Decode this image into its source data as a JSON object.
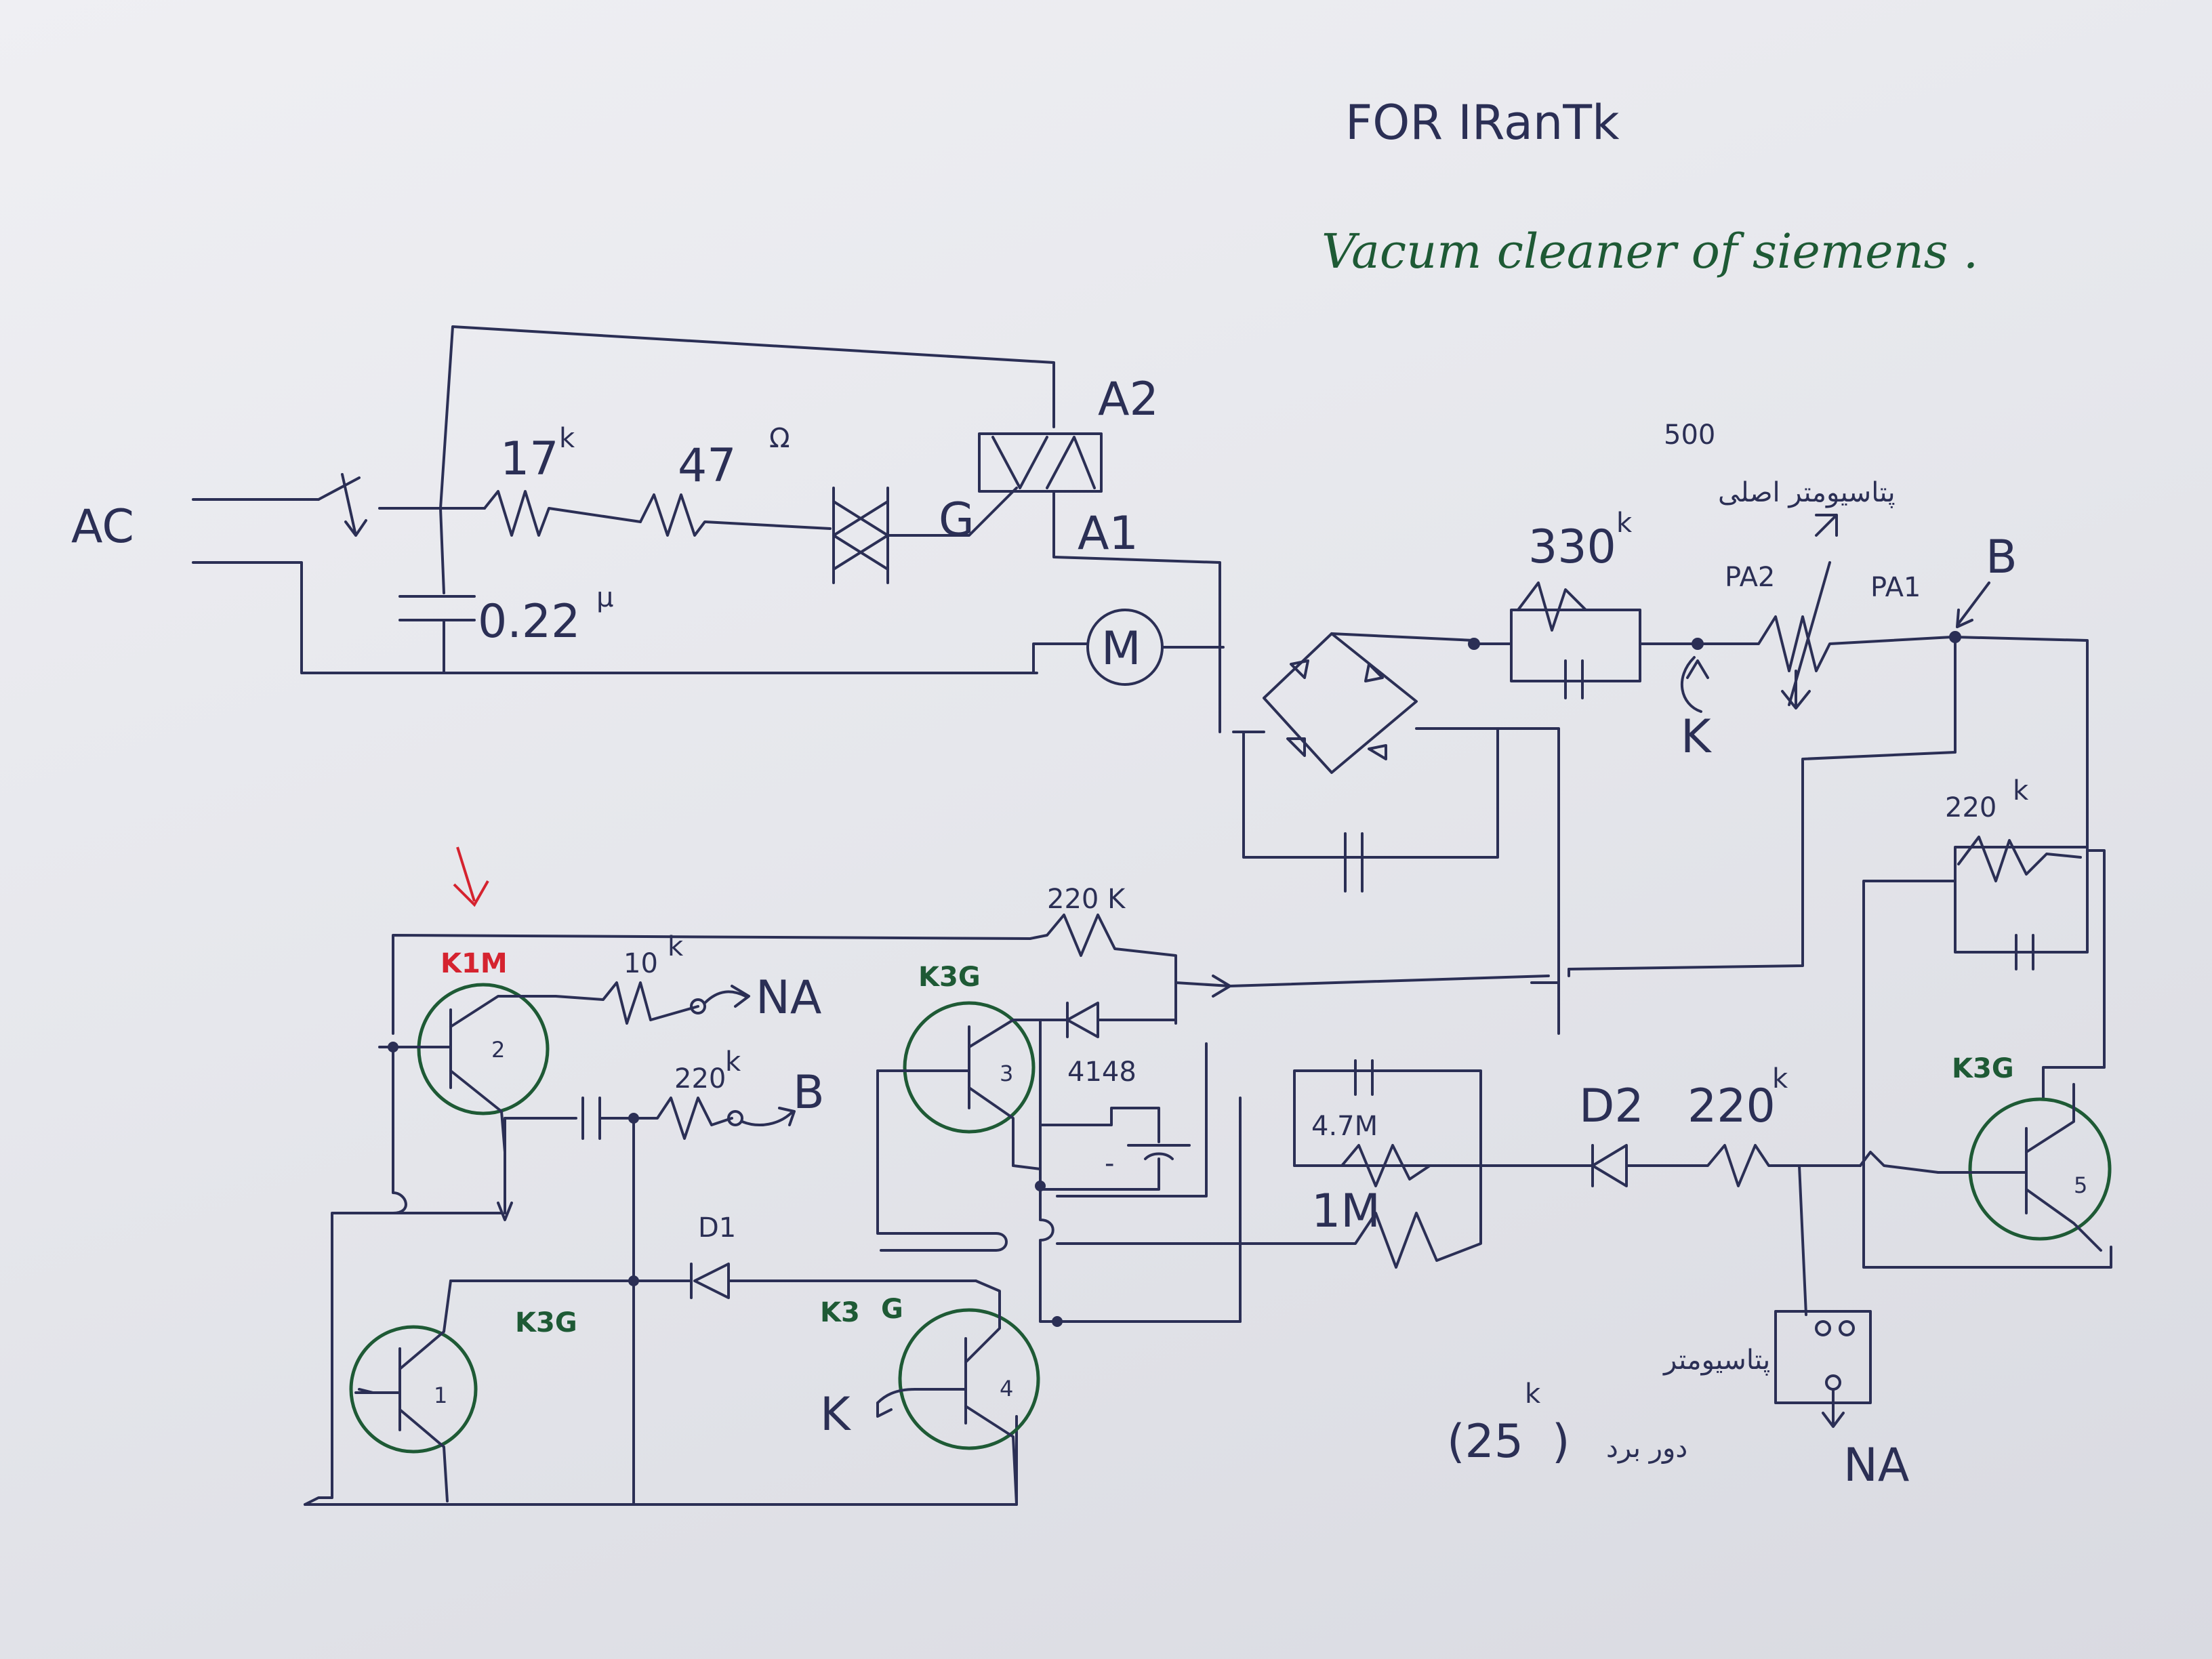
{
  "title": {
    "line1": "FOR IRanTk",
    "line2": "Vacum cleaner of siemens ."
  },
  "labels": {
    "ac": "AC",
    "r17k": "17",
    "r47": "47",
    "ohm": "Ω",
    "kilo": "k",
    "cap022": "0.22",
    "micro": "μ",
    "a2": "A2",
    "a1": "A1",
    "gate": "G",
    "motor": "M",
    "r330k": "330",
    "pa2": "PA2",
    "pa1": "PA1",
    "node_b": "B",
    "node_k": "K",
    "pot500_value": "500",
    "pot500_note": "پتاسیومتر اصلی",
    "r220k_right": "220",
    "r220k_top": "220 K",
    "k1m": "K1M",
    "r10k": "10",
    "na1": "NA",
    "r220k_mid": "220",
    "b2": "B",
    "k3g_q3": "K3G",
    "d4148": "4148",
    "cap_minus": "-",
    "r4_7m": "4.7M",
    "r1m": "1M",
    "d2": "D2",
    "r220k_d2": "220",
    "k3g_q5": "K3G",
    "d1": "D1",
    "k3g_q1": "K3G",
    "k3g_q4": "K3",
    "k3g_q4_suffix": "G",
    "k_in": "K",
    "pot25_value": "(25",
    "pot25_close": ")",
    "pot25_note1": "پتاسیومتر",
    "pot25_note2": "دور برد",
    "na2": "NA",
    "q1": "1",
    "q2": "2",
    "q3": "3",
    "q4": "4",
    "q5": "5"
  },
  "colors": {
    "ink": "#2b2f55",
    "green_ink": "#1e5a35",
    "red_ink": "#d5232f",
    "paper": "#e9eaee"
  }
}
